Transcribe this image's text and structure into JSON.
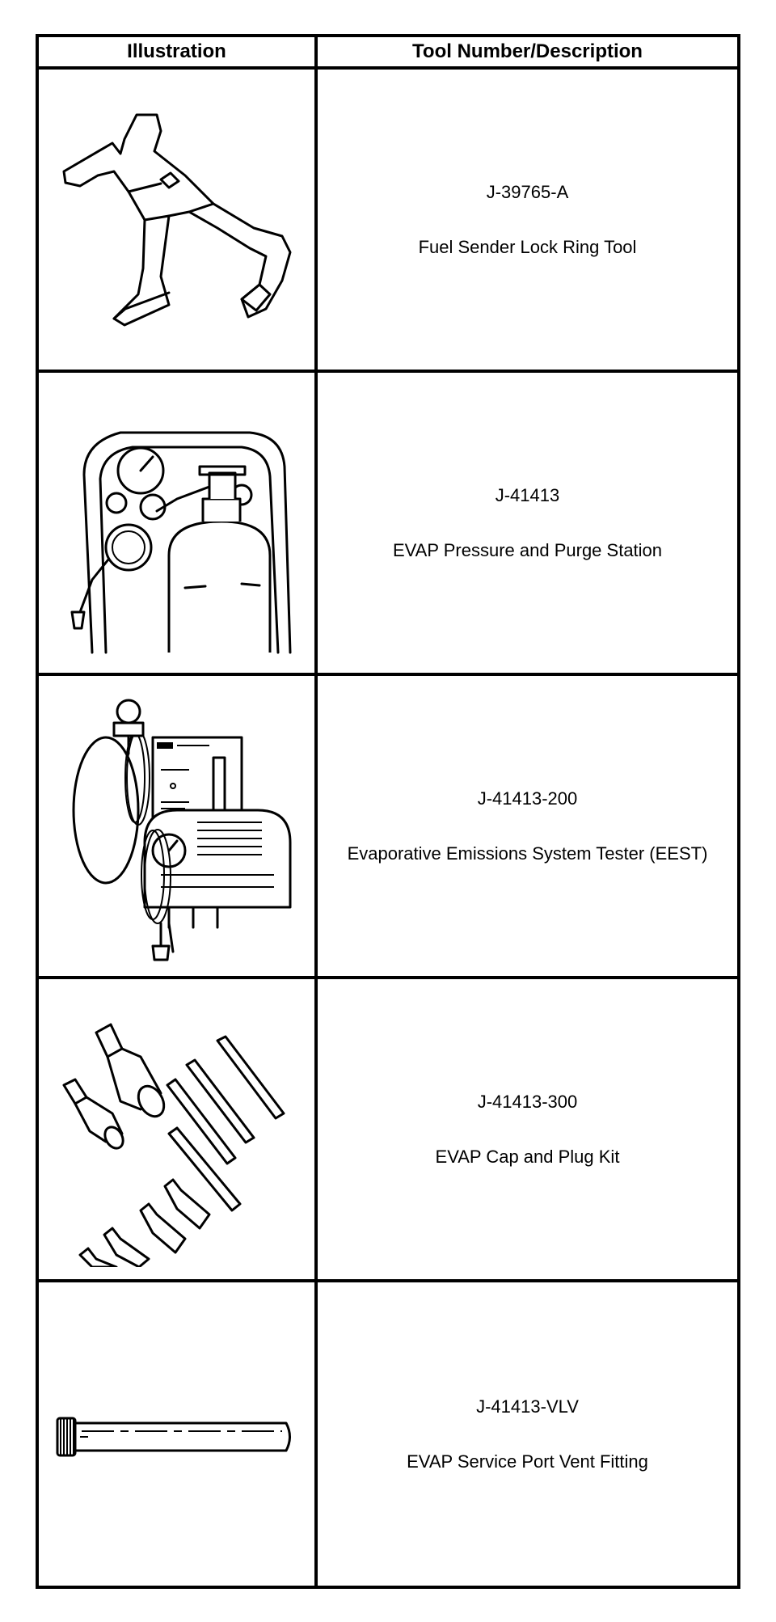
{
  "table": {
    "header": {
      "illustration": "Illustration",
      "tool": "Tool Number/Description"
    },
    "rows": [
      {
        "number": "J-39765-A",
        "description": "Fuel Sender Lock Ring Tool",
        "icon": "lock-ring-tool-icon"
      },
      {
        "number": "J-41413",
        "description": "EVAP Pressure and Purge Station",
        "icon": "pressure-purge-station-icon"
      },
      {
        "number": "J-41413-200",
        "description": "Evaporative Emissions System Tester (EEST)",
        "icon": "emissions-tester-icon"
      },
      {
        "number": "J-41413-300",
        "description": "EVAP Cap and Plug Kit",
        "icon": "cap-plug-kit-icon"
      },
      {
        "number": "J-41413-VLV",
        "description": "EVAP Service Port Vent Fitting",
        "icon": "vent-fitting-icon"
      }
    ]
  }
}
